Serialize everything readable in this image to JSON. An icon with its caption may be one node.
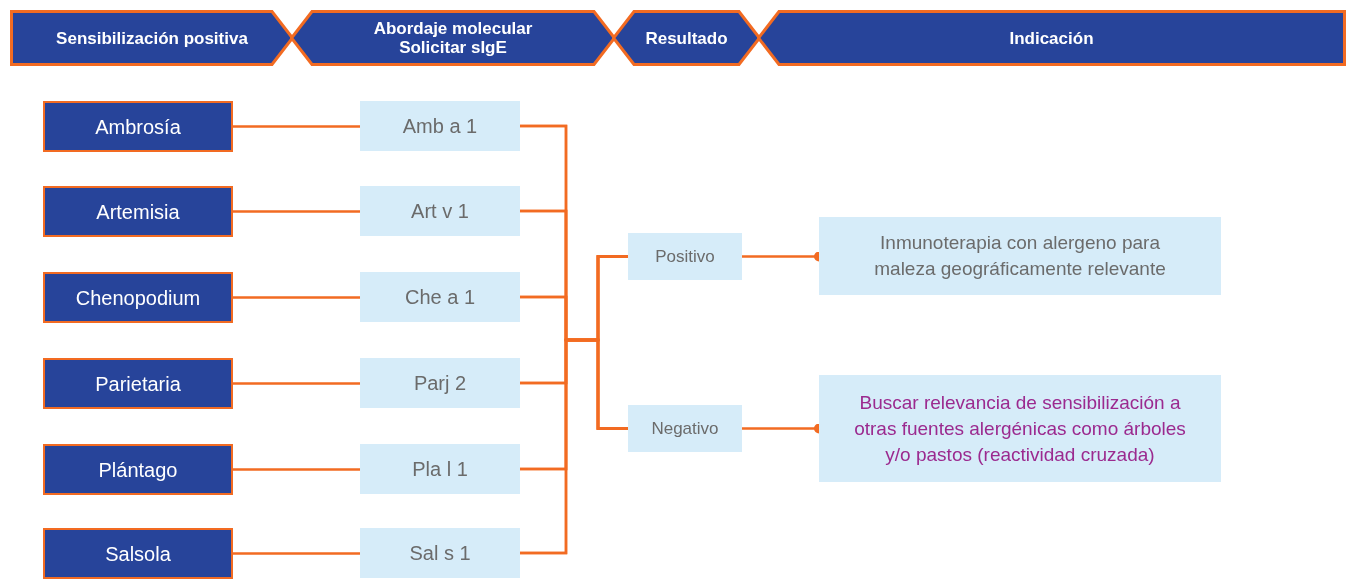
{
  "diagram": {
    "nodes": [
      {
        "text": [
          "Sensibilización positiva"
        ]
      },
      {
        "text": [
          "Abordaje molecular Solicitar sIgE"
        ]
      },
      {
        "text": [
          "Resultado"
        ]
      },
      {
        "text": [
          "Indicación"
        ]
      },
      {
        "text": [
          "Ambrosía"
        ]
      },
      {
        "text": [
          "Artemisia"
        ]
      },
      {
        "text": [
          "Chenopodium"
        ]
      },
      {
        "text": [
          "Parietaria"
        ]
      },
      {
        "text": [
          "Plántago"
        ]
      },
      {
        "text": [
          "Salsola"
        ]
      },
      {
        "text": [
          "Amb a 1"
        ]
      },
      {
        "text": [
          "Art v 1"
        ]
      },
      {
        "text": [
          "Che a 1"
        ]
      },
      {
        "text": [
          "Parj 2"
        ]
      },
      {
        "text": [
          "Pla l 1"
        ]
      },
      {
        "text": [
          "Sal s 1"
        ]
      },
      {
        "text": [
          "Positivo"
        ]
      },
      {
        "text": [
          "Negativo"
        ]
      },
      {
        "text": [
          "Inmunoterapia con alergeno para maleza geográficamente relevante"
        ]
      },
      {
        "text": [
          "Buscar relevancia de sensibilización a otras fuentes alergénicas como árboles y/o pastos (reactividad cruzada)"
        ]
      }
    ],
    "edges": [
      {
        "from": 4,
        "to": 10,
        "arrow": "none"
      },
      {
        "from": 5,
        "to": 11,
        "arrow": "none"
      },
      {
        "from": 6,
        "to": 12,
        "arrow": "none"
      },
      {
        "from": 7,
        "to": 13,
        "arrow": "none"
      },
      {
        "from": 8,
        "to": 14,
        "arrow": "none"
      },
      {
        "from": 9,
        "to": 15,
        "arrow": "none"
      },
      {
        "from": 10,
        "to": 16,
        "arrow": "none"
      },
      {
        "from": 11,
        "to": 16,
        "arrow": "none"
      },
      {
        "from": 12,
        "to": 16,
        "arrow": "none"
      },
      {
        "from": 13,
        "to": 16,
        "arrow": "none"
      },
      {
        "from": 14,
        "to": 16,
        "arrow": "none"
      },
      {
        "from": 15,
        "to": 16,
        "arrow": "none"
      },
      {
        "from": 10,
        "to": 17,
        "arrow": "none"
      },
      {
        "from": 11,
        "to": 17,
        "arrow": "none"
      },
      {
        "from": 12,
        "to": 17,
        "arrow": "none"
      },
      {
        "from": 13,
        "to": 17,
        "arrow": "none"
      },
      {
        "from": 14,
        "to": 17,
        "arrow": "none"
      },
      {
        "from": 15,
        "to": 17,
        "arrow": "none"
      },
      {
        "from": 16,
        "to": 18,
        "arrow": "other"
      },
      {
        "from": 17,
        "to": 19,
        "arrow": "other"
      }
    ]
  }
}
